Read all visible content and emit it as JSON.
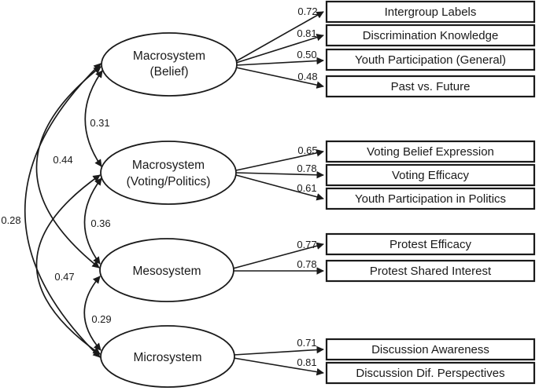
{
  "diagram": {
    "type": "sem-path-diagram",
    "colors": {
      "stroke": "#1a1a1a",
      "background": "#ffffff"
    },
    "factors": [
      {
        "name": "Macrosystem (Belief)",
        "label_lines": [
          "Macrosystem",
          "(Belief)"
        ],
        "indicators": [
          {
            "label": "Intergroup Labels",
            "loading": "0.72"
          },
          {
            "label": "Discrimination Knowledge",
            "loading": "0.81"
          },
          {
            "label": "Youth Participation (General)",
            "loading": "0.50"
          },
          {
            "label": "Past vs. Future",
            "loading": "0.48"
          }
        ]
      },
      {
        "name": "Macrosystem (Voting/Politics)",
        "label_lines": [
          "Macrosystem",
          "(Voting/Politics)"
        ],
        "indicators": [
          {
            "label": "Voting Belief Expression",
            "loading": "0.65"
          },
          {
            "label": "Voting Efficacy",
            "loading": "0.78"
          },
          {
            "label": "Youth Participation in Politics",
            "loading": "0.61"
          }
        ]
      },
      {
        "name": "Mesosystem",
        "label_lines": [
          "Mesosystem"
        ],
        "indicators": [
          {
            "label": "Protest Efficacy",
            "loading": "0.77"
          },
          {
            "label": "Protest Shared Interest",
            "loading": "0.78"
          }
        ]
      },
      {
        "name": "Microsystem",
        "label_lines": [
          "Microsystem"
        ],
        "indicators": [
          {
            "label": "Discussion Awareness",
            "loading": "0.71"
          },
          {
            "label": "Discussion Dif. Perspectives",
            "loading": "0.81"
          }
        ]
      }
    ],
    "covariances": [
      {
        "between": [
          "Macrosystem (Belief)",
          "Macrosystem (Voting/Politics)"
        ],
        "value": "0.31"
      },
      {
        "between": [
          "Macrosystem (Belief)",
          "Mesosystem"
        ],
        "value": "0.44"
      },
      {
        "between": [
          "Macrosystem (Belief)",
          "Microsystem"
        ],
        "value": "0.28"
      },
      {
        "between": [
          "Macrosystem (Voting/Politics)",
          "Mesosystem"
        ],
        "value": "0.36"
      },
      {
        "between": [
          "Macrosystem (Voting/Politics)",
          "Microsystem"
        ],
        "value": "0.47"
      },
      {
        "between": [
          "Mesosystem",
          "Microsystem"
        ],
        "value": "0.29"
      }
    ]
  }
}
